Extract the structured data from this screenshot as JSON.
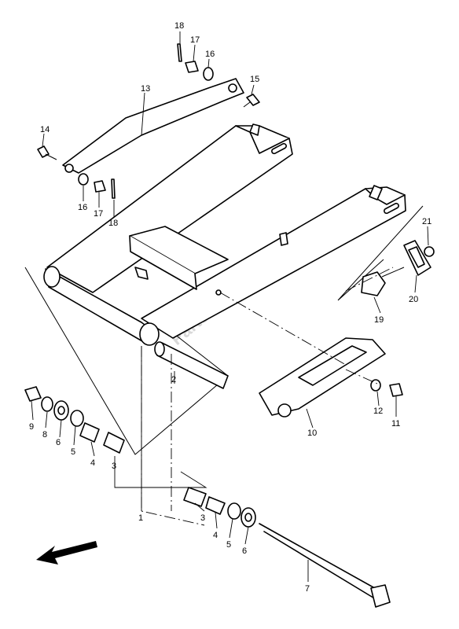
{
  "watermark": "PartsRepublik",
  "callouts": {
    "c1": "1",
    "c2": "2",
    "c3a": "3",
    "c3b": "3",
    "c4a": "4",
    "c4b": "4",
    "c5a": "5",
    "c5b": "5",
    "c6a": "6",
    "c6b": "6",
    "c7": "7",
    "c8": "8",
    "c9": "9",
    "c10": "10",
    "c11": "11",
    "c12": "12",
    "c13": "13",
    "c14": "14",
    "c15": "15",
    "c16a": "16",
    "c16b": "16",
    "c17a": "17",
    "c17b": "17",
    "c18a": "18",
    "c18b": "18",
    "c19": "19",
    "c20": "20",
    "c21": "21"
  },
  "icons": {
    "front_arrow": "direction-arrow-icon"
  }
}
